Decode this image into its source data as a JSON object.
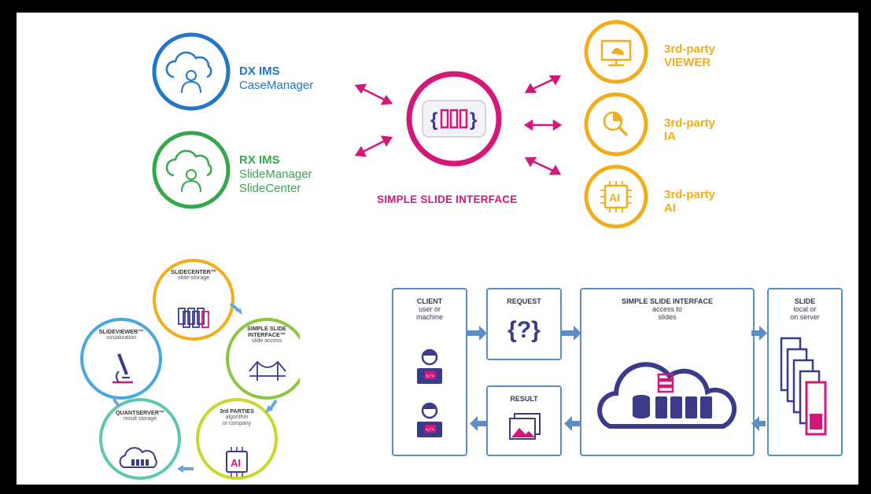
{
  "colors": {
    "blue": "#2277c6",
    "green": "#35a84c",
    "pink": "#d6177a",
    "yellow": "#f3ad1b",
    "navy": "#3c3a8a",
    "steel": "#5a8ec4"
  },
  "top": {
    "dx": {
      "title": "DX IMS",
      "sub": "CaseManager"
    },
    "rx": {
      "title": "RX IMS",
      "sub1": "SlideManager",
      "sub2": "SlideCenter"
    },
    "center_label": "SIMPLE SLIDE INTERFACE",
    "viewer": {
      "l1": "3rd-party",
      "l2": "VIEWER"
    },
    "ia": {
      "l1": "3rd-party",
      "l2": "IA"
    },
    "ai": {
      "l1": "3rd-party",
      "l2": "AI"
    },
    "ai_chip_text": "AI"
  },
  "cycle": {
    "slidecenter": {
      "title": "SLIDECENTER™",
      "sub": "slide-storage"
    },
    "ssi": {
      "title1": "SIMPLE SLIDE",
      "title2": "INTERFACE™",
      "sub": "slide access"
    },
    "parties": {
      "title": "3rd PARTIES",
      "sub1": "algorithm",
      "sub2": "or company"
    },
    "quantserver": {
      "title": "QUANTSERVER™",
      "sub": "result storage"
    },
    "slideviewer": {
      "title": "SLIDEVIEWER™",
      "sub": "vizualization"
    },
    "ai_chip_text": "AI"
  },
  "flow": {
    "client": {
      "title": "CLIENT",
      "sub1": "user or",
      "sub2": "machine"
    },
    "request": {
      "title": "REQUEST",
      "symbol": "{?}"
    },
    "ssi": {
      "title": "SIMPLE SLIDE INTERFACE",
      "sub1": "access to",
      "sub2": "slides"
    },
    "slide": {
      "title": "SLIDE",
      "sub1": "local or",
      "sub2": "on server"
    },
    "result": {
      "title": "RESULT"
    },
    "code_tag": "</>"
  }
}
